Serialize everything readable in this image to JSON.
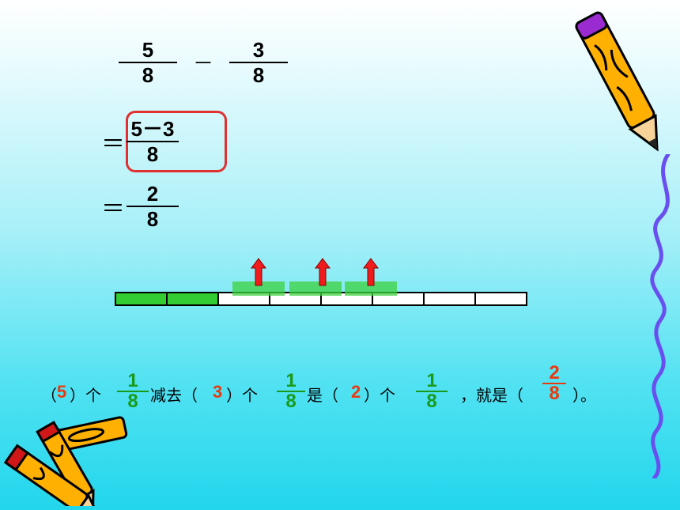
{
  "equation": {
    "frac_a": {
      "num": "5",
      "den": "8"
    },
    "minus": "－",
    "frac_b": {
      "num": "3",
      "den": "8"
    },
    "eq1": "＝",
    "frac_c": {
      "num": "5－3",
      "den": "8"
    },
    "eq2": "＝",
    "frac_d": {
      "num": "2",
      "den": "8"
    }
  },
  "strip": {
    "total_cells": 8,
    "green_cells": 2,
    "lifted_cells": 3
  },
  "sentence": {
    "p1_open": "（",
    "n1": "5",
    "p1_close": "）个",
    "f1": {
      "num": "1",
      "den": "8"
    },
    "t2": "减去（",
    "n2": "3",
    "t3": "）个",
    "f2": {
      "num": "1",
      "den": "8"
    },
    "t4": "是（",
    "n3": "2",
    "t5": "）个",
    "f3": {
      "num": "1",
      "den": "8"
    },
    "t6": "，就是（",
    "f4": {
      "num": "2",
      "den": "8"
    },
    "t7": "）。"
  },
  "colors": {
    "green": "#33cc33",
    "red": "#e83a10",
    "highlight_box": "#e03030"
  },
  "icons": [
    "pencil-icon",
    "crayon-pile-icon",
    "squiggle-line"
  ]
}
